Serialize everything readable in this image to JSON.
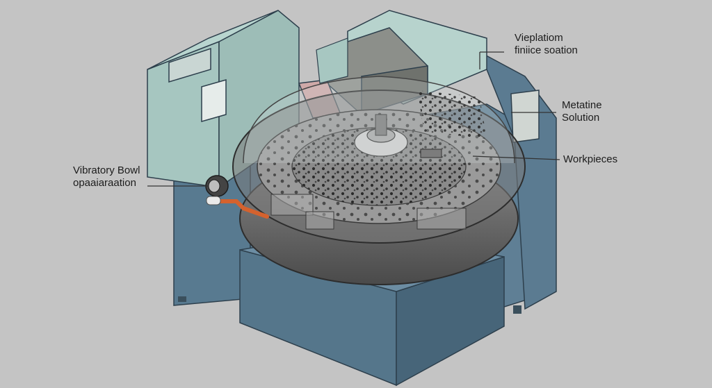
{
  "labels": {
    "vibratory_bowl": {
      "line1": "Vibratory Bowl",
      "line2": "opaaiaraation"
    },
    "vibration_station": {
      "line1": "Vieplatiom",
      "line2": "finiice soation"
    },
    "media_solution": {
      "line1": "Metatine",
      "line2": "Solution"
    },
    "workpieces": {
      "line1": "Workpieces"
    }
  },
  "colors": {
    "background": "#c4c4c4",
    "machine_body": "#5f7f95",
    "control_cabinet": "#a9c8c2",
    "bowl": "#6a6a6a",
    "track": "#9a9a9a",
    "hose": "#d4622e",
    "indicator": "#e24a3b"
  }
}
